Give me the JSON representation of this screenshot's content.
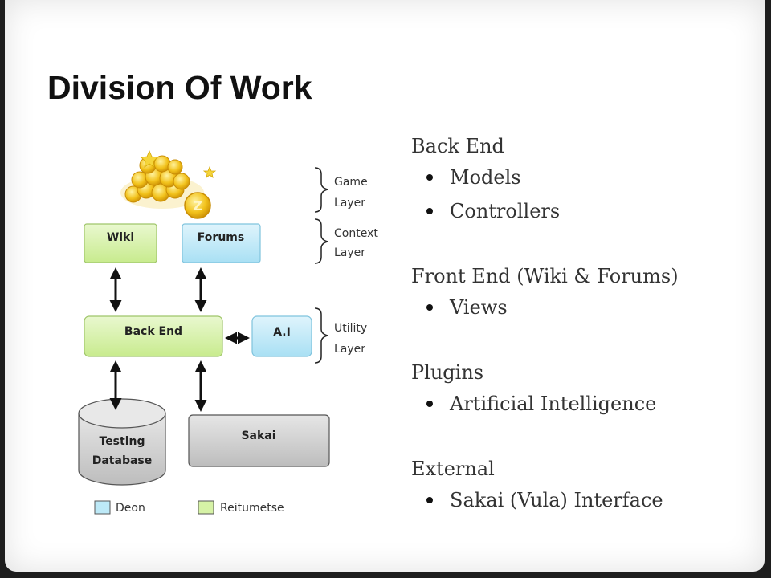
{
  "slide": {
    "title": "Division Of Work"
  },
  "diagram": {
    "boxes": {
      "wiki": "Wiki",
      "forums": "Forums",
      "back_end": "Back End",
      "ai": "A.I",
      "testing_database_line1": "Testing",
      "testing_database_line2": "Database",
      "sakai": "Sakai"
    },
    "layers": {
      "game": [
        "Game",
        "Layer"
      ],
      "context": [
        "Context",
        "Layer"
      ],
      "utility": [
        "Utility",
        "Layer"
      ]
    },
    "legend": [
      {
        "label": "Deon",
        "color": "#bde9f7"
      },
      {
        "label": "Reitumetse",
        "color": "#d6f2a6"
      }
    ],
    "colors": {
      "green_box": "#d6f2a6",
      "blue_box": "#bde9f7",
      "gray_box": "#cfcfcf",
      "coin_gold": "#f2c21b"
    }
  },
  "bullets": {
    "sections": [
      {
        "heading": "Back End",
        "items": [
          "Models",
          "Controllers"
        ]
      },
      {
        "heading": "Front End (Wiki & Forums)",
        "items": [
          "Views"
        ]
      },
      {
        "heading": "Plugins",
        "items": [
          "Artificial Intelligence"
        ]
      },
      {
        "heading": "External",
        "items": [
          "Sakai (Vula) Interface"
        ]
      }
    ]
  }
}
